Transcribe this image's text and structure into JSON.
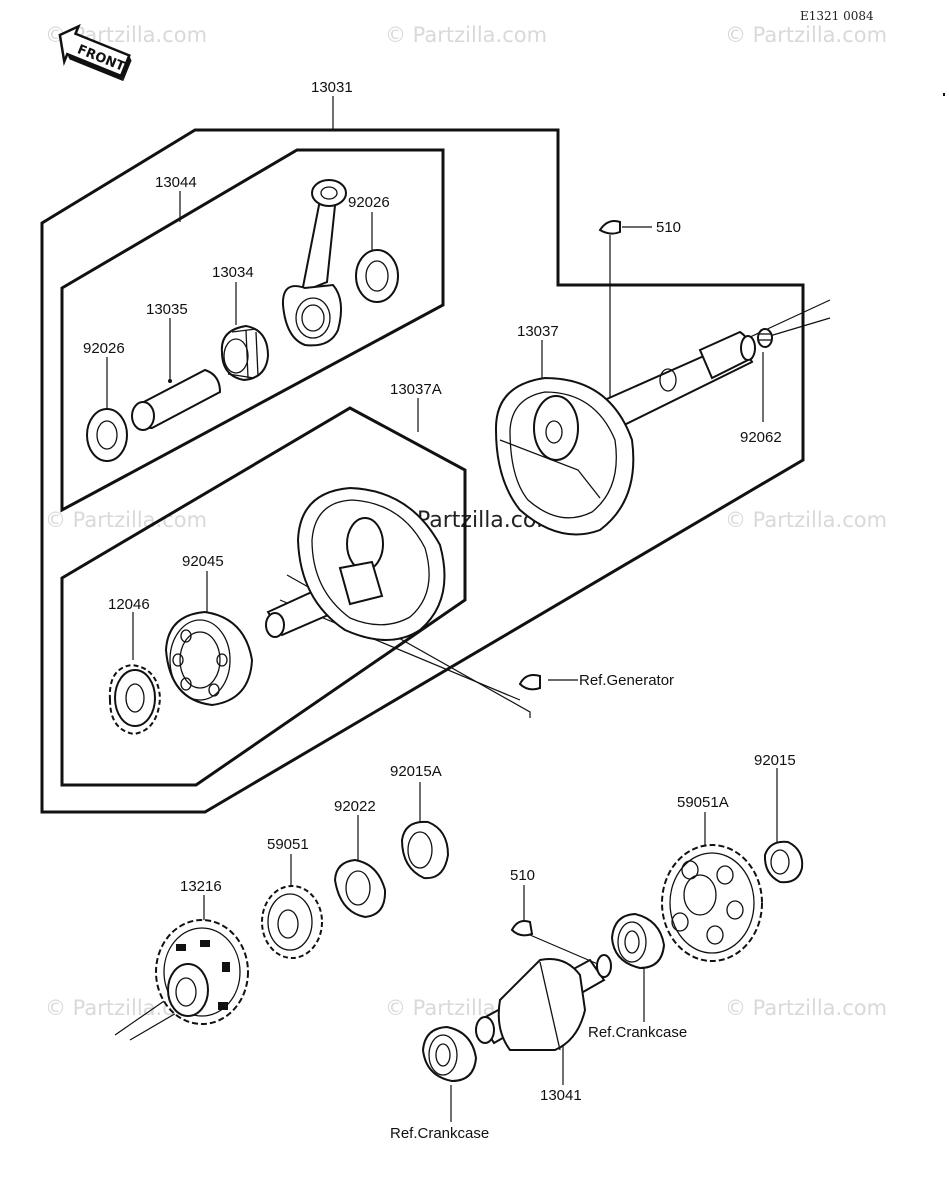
{
  "header": {
    "diagram_code": "E1321 0084",
    "front_label": "FRONT"
  },
  "watermarks": {
    "text": "© Partzilla.com",
    "center_text": "© Partzilla.com"
  },
  "parts": {
    "p13031": "13031",
    "p13044": "13044",
    "p92026_top": "92026",
    "p13034": "13034",
    "p13035": "13035",
    "p92026_left": "92026",
    "p510_top": "510",
    "p13037": "13037",
    "p92062": "92062",
    "p13037A": "13037A",
    "p92045": "92045",
    "p12046": "12046",
    "ref_generator": "Ref.Generator",
    "p92015A": "92015A",
    "p92015": "92015",
    "p92022": "92022",
    "p59051A": "59051A",
    "p59051": "59051",
    "p510_bottom": "510",
    "p13216": "13216",
    "ref_crankcase_right": "Ref.Crankcase",
    "p13041": "13041",
    "ref_crankcase_bottom": "Ref.Crankcase"
  }
}
